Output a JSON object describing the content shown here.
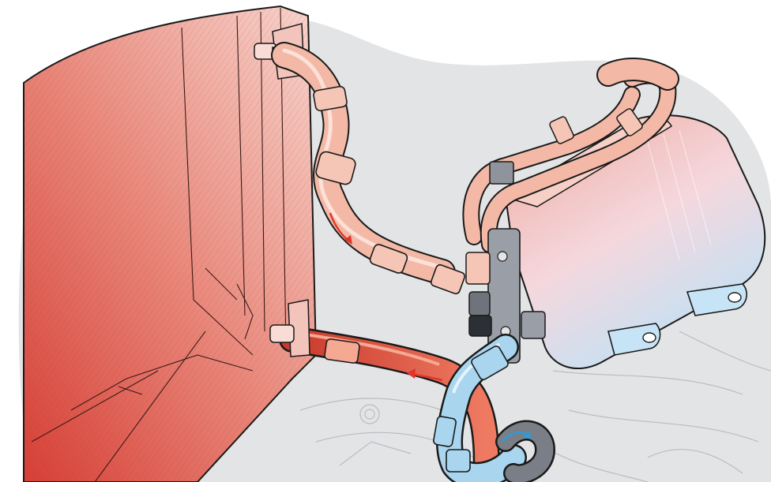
{
  "illustration": {
    "colors": {
      "background_blob": "#e3e4e6",
      "radiator_red": "#d94a40",
      "radiator_light": "#f6c9c2",
      "hot_hose": "#f3b9a6",
      "return_hose": "#e05d47",
      "cooler_pink": "#f2b7ad",
      "cooler_blue": "#c7e4f6",
      "cold_hose": "#a9d5ef",
      "outline": "#1a1a1a",
      "arrow_red": "#e0352a",
      "arrow_blue": "#2f9bd8",
      "clamp_gray": "#8f939b"
    },
    "icons": [
      "flow-arrow-down",
      "flow-arrow-left",
      "flow-arrow-curved"
    ]
  }
}
